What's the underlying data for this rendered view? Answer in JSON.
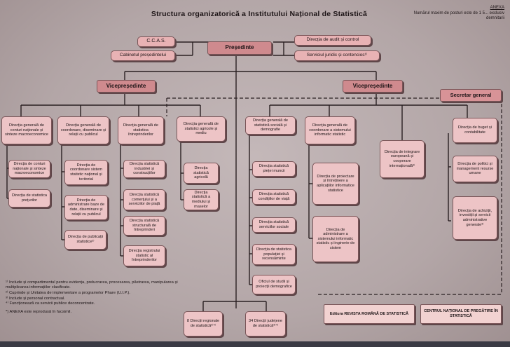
{
  "title": "Structura organizatorică a Institutului Național de Statistică",
  "anexa": "ANEXA",
  "max_posts_note": "Numărul maxim de posturi este de 1 5... exclusiv demnitarii",
  "leadership": {
    "ccas": "C.C.A.S.",
    "cabinet": "Cabinetul președintelui",
    "president": "Președinte",
    "audit": "Direcția de audit și control",
    "legal": "Serviciul juridic și contencios¹⁾",
    "vp_left": "Vicepreședinte",
    "vp_right": "Vicepreședinte",
    "secretary": "Secretar general"
  },
  "general_directorates": [
    "Direcția generală de conturi naționale și sinteze macroeconomice",
    "Direcția generală de coordonare, diseminare și relații cu publicul",
    "Direcția generală de statistica întreprinderilor",
    "Direcția generală de statistici agricole și mediu",
    "Direcția generală de statistică socială și demografie",
    "Direcția generală de coordonare a sistemului informatic statistic"
  ],
  "sub_directorates": {
    "col1": [
      "Direcția de conturi naționale și sinteze macroeconomice",
      "Direcția de statistica prețurilor"
    ],
    "col2": [
      "Direcția de coordonare sistem statistic național și teritorial",
      "Direcția de administrare baze de date, diseminare și relații cu publicul",
      "Direcția de publicații statistice²⁾"
    ],
    "col3": [
      "Direcția statistică industriei și construcțiilor",
      "Direcția statistică comerțului și a serviciilor de piață",
      "Direcția statistică structurală de întreprinderi",
      "Direcția registrului statistic al întreprinderilor"
    ],
    "col4": [
      "Direcția statistică agricolă",
      "Direcția statistică a mediului și maselor"
    ],
    "col5": [
      "Direcția statistică pieței muncii",
      "Direcția statistică condițiilor de viață",
      "Direcția statistică serviciilor sociale",
      "Direcția de statistica populației și recensăminte",
      "Oficiul de studii și proiecții demografice"
    ],
    "col6": [
      "Direcția de proiectare și întreținere a aplicațiilor informatice statistice",
      "Direcția de administrare a sistemului informatic statistic și inginerie de sistem"
    ],
    "integration": "Direcția de integrare europeană și cooperare internațională³⁾",
    "col7": [
      "Direcția de buget și contabilitate",
      "Direcția de politici și management resurse umane",
      "Direcția de achiziții, investiții și servicii administrative generale³⁾"
    ]
  },
  "regional": [
    "8 Direcții regionale de statistică³⁾⁴⁾",
    "34 Direcții județene de statistică³⁾⁴⁾"
  ],
  "bottom_units": [
    "Editura REVISTA ROMÂNĂ DE STATISTICĂ",
    "CENTRUL NAȚIONAL DE PREGĂTIRE ÎN STATISTICĂ"
  ],
  "notes": [
    "¹⁾ Include și compartimentul pentru evidența, prelucrarea, procesarea, păstrarea, manipularea și multiplicarea informațiilor clasificate.",
    "²⁾ Cuprinde și Unitatea de implementare a programelor Phare (U.I.P.).",
    "³⁾ Include și personal contractual.",
    "⁴⁾ Funcționează ca servicii publice deconcentrate.",
    "*) ANEXA este reprodusă în facsimil."
  ]
}
